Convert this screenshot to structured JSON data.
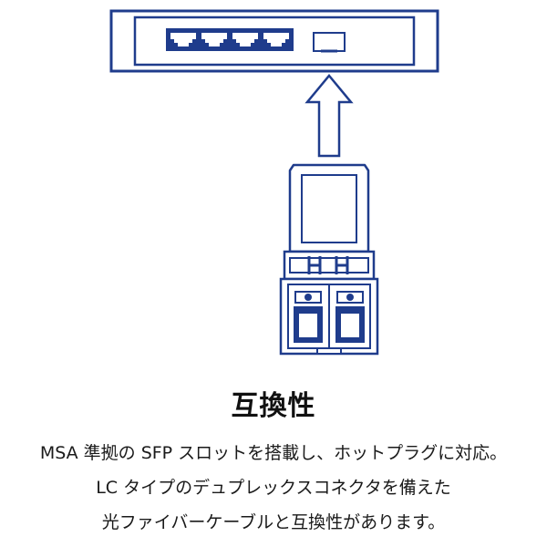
{
  "colors": {
    "accent": "#1f3c8c",
    "background": "#ffffff",
    "text": "#1a1a1a"
  },
  "diagram": {
    "switch": {
      "rj45_port_count": 4,
      "sfp_slot_count": 1
    },
    "arrow_direction": "up",
    "module": {
      "type": "SFP transceiver",
      "connector": "LC duplex"
    }
  },
  "text": {
    "heading": "互換性",
    "lines": [
      "MSA 準拠の SFP スロットを搭載し、ホットプラグに対応。",
      "LC タイプのデュプレックスコネクタを備えた",
      "光ファイバーケーブルと互換性があります。"
    ]
  }
}
